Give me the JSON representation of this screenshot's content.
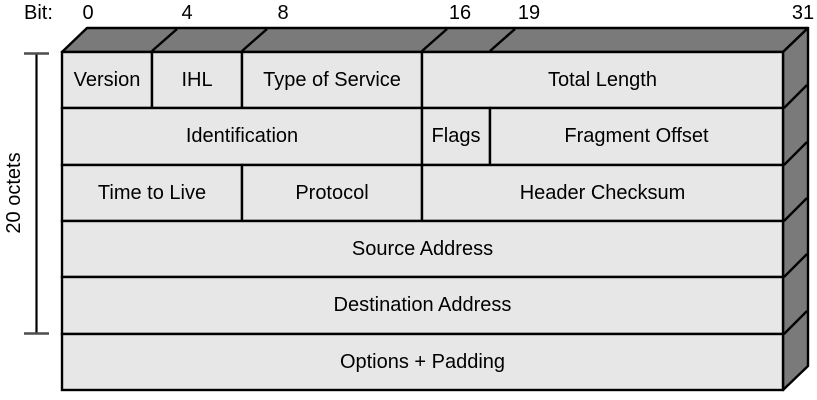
{
  "diagram": {
    "bit_axis": {
      "label": "Bit:",
      "ticks": [
        "0",
        "4",
        "8",
        "16",
        "19",
        "31"
      ]
    },
    "left_bracket": {
      "label": "20 octets"
    },
    "colors": {
      "face": "#e7e7e7",
      "depth": "#7a7a7a",
      "border": "#000000",
      "background": "#ffffff"
    },
    "rows": [
      {
        "fields": [
          {
            "label": "Version"
          },
          {
            "label": "IHL"
          },
          {
            "label": "Type of Service"
          },
          {
            "label": "Total Length"
          }
        ]
      },
      {
        "fields": [
          {
            "label": "Identification"
          },
          {
            "label": "Flags"
          },
          {
            "label": "Fragment Offset"
          }
        ]
      },
      {
        "fields": [
          {
            "label": "Time to Live"
          },
          {
            "label": "Protocol"
          },
          {
            "label": "Header Checksum"
          }
        ]
      },
      {
        "fields": [
          {
            "label": "Source Address"
          }
        ]
      },
      {
        "fields": [
          {
            "label": "Destination Address"
          }
        ]
      },
      {
        "fields": [
          {
            "label": "Options + Padding"
          }
        ]
      }
    ]
  }
}
